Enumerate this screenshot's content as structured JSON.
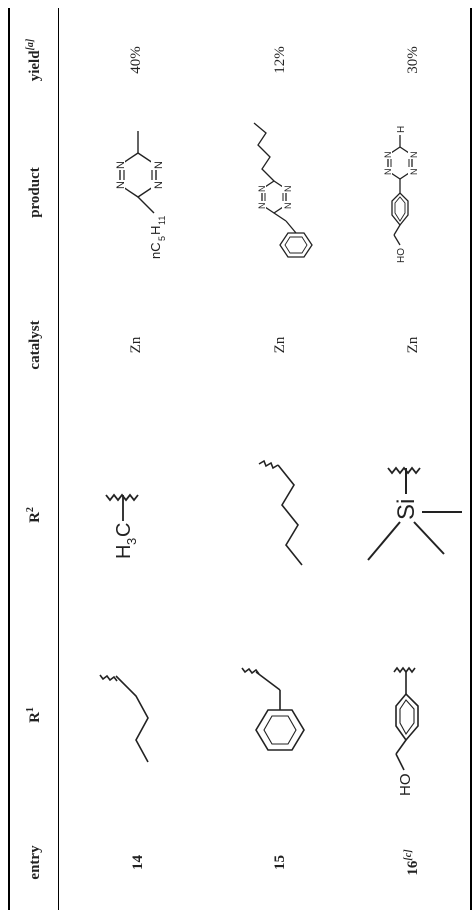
{
  "table": {
    "headers": {
      "entry": "entry",
      "r1_base": "R",
      "r1_sup": "1",
      "r2_base": "R",
      "r2_sup": "2",
      "catalyst": "catalyst",
      "product": "product",
      "yield_base": "yield",
      "yield_sup": "[a]"
    },
    "rows": [
      {
        "entry": "14",
        "entry_sup": "",
        "r1_structure": "n-butyl-chain",
        "r2_label": "H3C",
        "r2_structure": "methyl",
        "catalyst": "Zn",
        "product_substituent": "nC5H11",
        "product_structure": "3-methyl-6-pentyl-tetrazine",
        "yield": "40%"
      },
      {
        "entry": "15",
        "entry_sup": "",
        "r1_structure": "benzyl",
        "r2_label": "",
        "r2_structure": "n-pentyl-chain",
        "catalyst": "Zn",
        "product_substituent": "",
        "product_structure": "3-benzyl-6-pentyl-tetrazine",
        "yield": "12%"
      },
      {
        "entry": "16",
        "entry_sup": "[c]",
        "r1_structure": "4-(hydroxymethyl)phenyl",
        "r2_label": "Si",
        "r2_structure": "trimethylsilyl",
        "catalyst": "Zn",
        "product_substituent": "",
        "product_structure": "3-[4-(hydroxymethyl)phenyl]-tetrazine",
        "yield": "30%"
      }
    ],
    "atom_labels": {
      "ho": "HO",
      "h": "H",
      "n": "N",
      "c5h11_n": "nC",
      "c5h11_5": "5",
      "c5h11_h": "H",
      "c5h11_11": "11",
      "h3c_h": "H",
      "h3c_3": "3",
      "h3c_c": "C"
    }
  }
}
